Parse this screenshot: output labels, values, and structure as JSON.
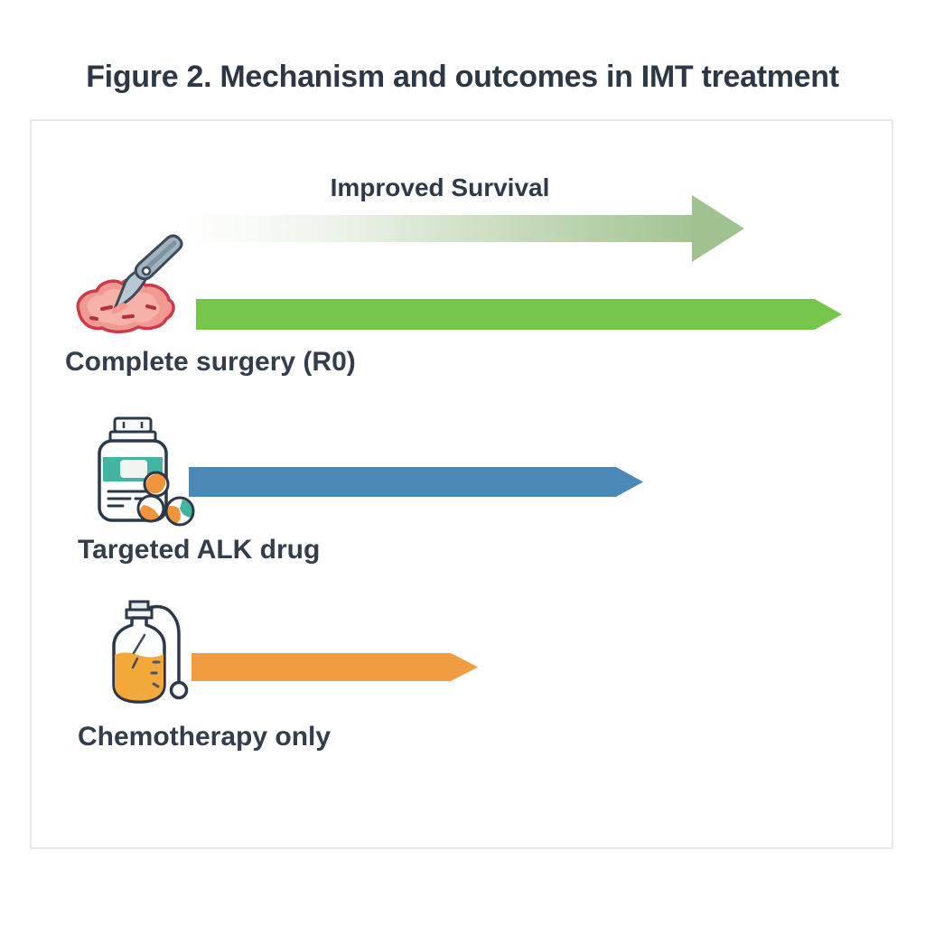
{
  "figure": {
    "title": "Figure 2. Mechanism and outcomes in IMT treatment",
    "survival_axis_label": "Improved Survival"
  },
  "rows": [
    {
      "label": "Complete surgery (R0)",
      "icon": "scalpel-tumor-icon",
      "bar": {
        "color": "#77c64c",
        "css_length": "715px",
        "relative_length": 1.0
      }
    },
    {
      "label": "Targeted ALK drug",
      "icon": "pill-bottle-icon",
      "bar": {
        "color": "#4b88b6",
        "css_length": "503px",
        "relative_length": 0.7
      }
    },
    {
      "label": "Chemotherapy only",
      "icon": "chemo-infusion-bottle-icon",
      "bar": {
        "color": "#f09c40",
        "css_length": "317px",
        "relative_length": 0.44
      }
    }
  ],
  "colors": {
    "title_text": "#2d3844",
    "label_text": "#333d4b",
    "panel_border": "#e7e8ea",
    "survival_arrow_green": "#a3c392",
    "surgery_bar_green": "#77c64c",
    "alk_bar_blue": "#4b88b6",
    "chemo_bar_orange": "#f09c40"
  }
}
